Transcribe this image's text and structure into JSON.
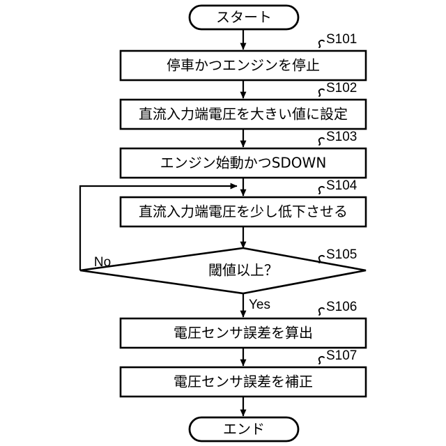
{
  "diagram": {
    "type": "flowchart",
    "orientation": "vertical",
    "background_color": "#ffffff",
    "line_color": "#000000",
    "start": {
      "label": "スタート",
      "shape": "terminator"
    },
    "end": {
      "label": "エンド",
      "shape": "terminator"
    },
    "steps": [
      {
        "id": "S101",
        "label": "停車かつエンジンを停止",
        "shape": "process"
      },
      {
        "id": "S102",
        "label": "直流入力端電圧を大きい値に設定",
        "shape": "process"
      },
      {
        "id": "S103",
        "label": "エンジン始動かつSDOWN",
        "shape": "process"
      },
      {
        "id": "S104",
        "label": "直流入力端電圧を少し低下させる",
        "shape": "process"
      },
      {
        "id": "S105",
        "label": "閾値以上？",
        "shape": "decision"
      },
      {
        "id": "S106",
        "label": "電圧センサ誤差を算出",
        "shape": "process"
      },
      {
        "id": "S107",
        "label": "電圧センサ誤差を補正",
        "shape": "process"
      }
    ],
    "branches": {
      "no_label": "No",
      "yes_label": "Yes"
    }
  }
}
